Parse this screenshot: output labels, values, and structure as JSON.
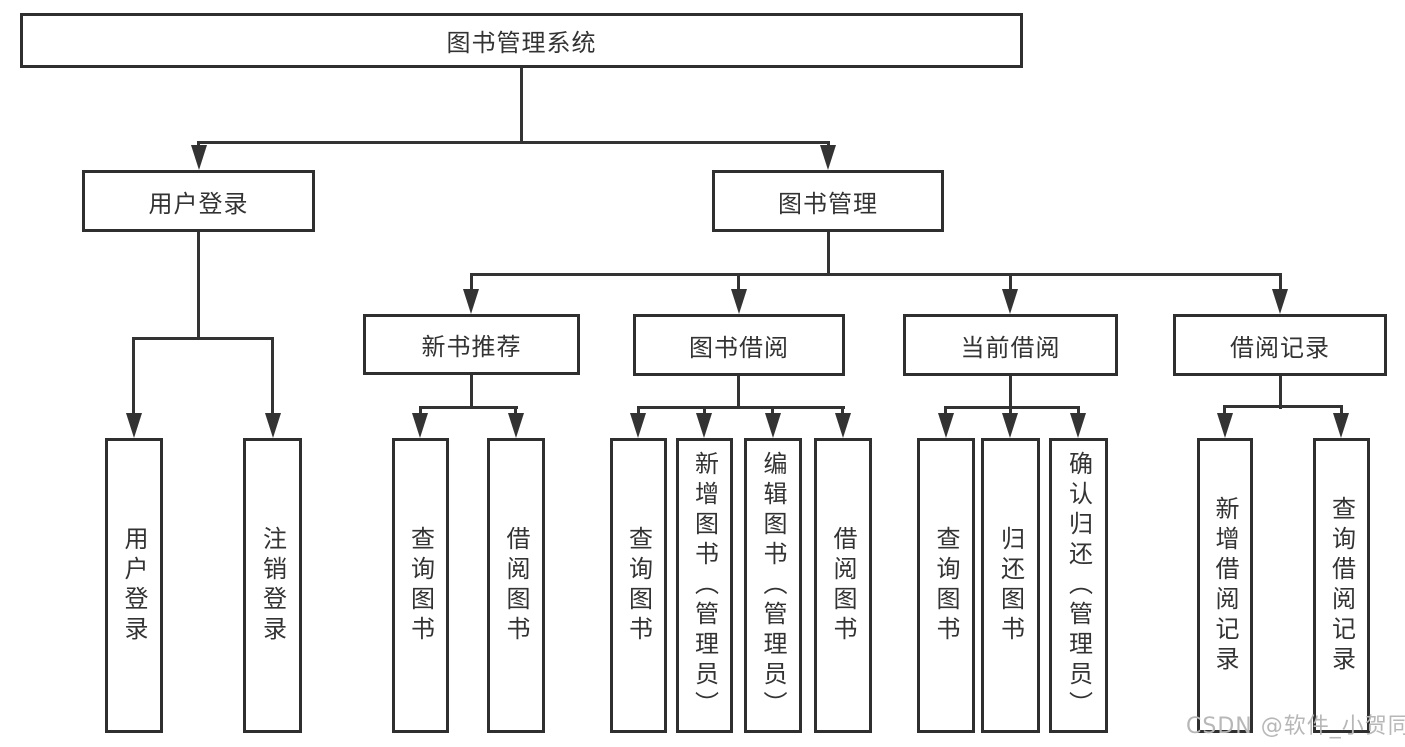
{
  "colors": {
    "line": "#333333",
    "text": "#333333",
    "box_border": "#2f2f2f",
    "background": "#ffffff",
    "watermark": "#b7b7b7"
  },
  "diagram": {
    "title": "图书管理系统",
    "level2": [
      {
        "label": "用户登录"
      },
      {
        "label": "图书管理"
      }
    ],
    "level3": [
      {
        "label": "新书推荐"
      },
      {
        "label": "图书借阅"
      },
      {
        "label": "当前借阅"
      },
      {
        "label": "借阅记录"
      }
    ],
    "leaves": {
      "user_login_group": [
        {
          "label": "用户登录"
        },
        {
          "label": "注销登录"
        }
      ],
      "new_book_group": [
        {
          "label": "查询图书"
        },
        {
          "label": "借阅图书"
        }
      ],
      "book_borrow_group": [
        {
          "label": "查询图书"
        },
        {
          "label": "新增图书（管理员）"
        },
        {
          "label": "编辑图书（管理员）"
        },
        {
          "label": "借阅图书"
        }
      ],
      "current_borrow_group": [
        {
          "label": "查询图书"
        },
        {
          "label": "归还图书"
        },
        {
          "label": "确认归还（管理员）"
        }
      ],
      "borrow_record_group": [
        {
          "label": "新增借阅记录"
        },
        {
          "label": "查询借阅记录"
        }
      ]
    },
    "watermark": "CSDN @软件_小贺同学"
  }
}
